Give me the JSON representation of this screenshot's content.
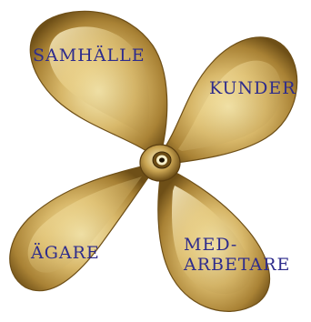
{
  "colors": {
    "label_text": "#2e2c8c",
    "brass_highlight": "#f6eab4",
    "brass_mid": "#d2b061",
    "brass_dark": "#7c5a1c",
    "background": "#ffffff"
  },
  "labels": {
    "samhalle": "SAMHÄLLE",
    "kunder": "KUNDER",
    "agare": "ÄGARE",
    "medarbetare_line1": "MED-",
    "medarbetare_line2": "ARBETARE"
  },
  "image": {
    "subject": "propeller-illustration",
    "blade_count": 4
  }
}
